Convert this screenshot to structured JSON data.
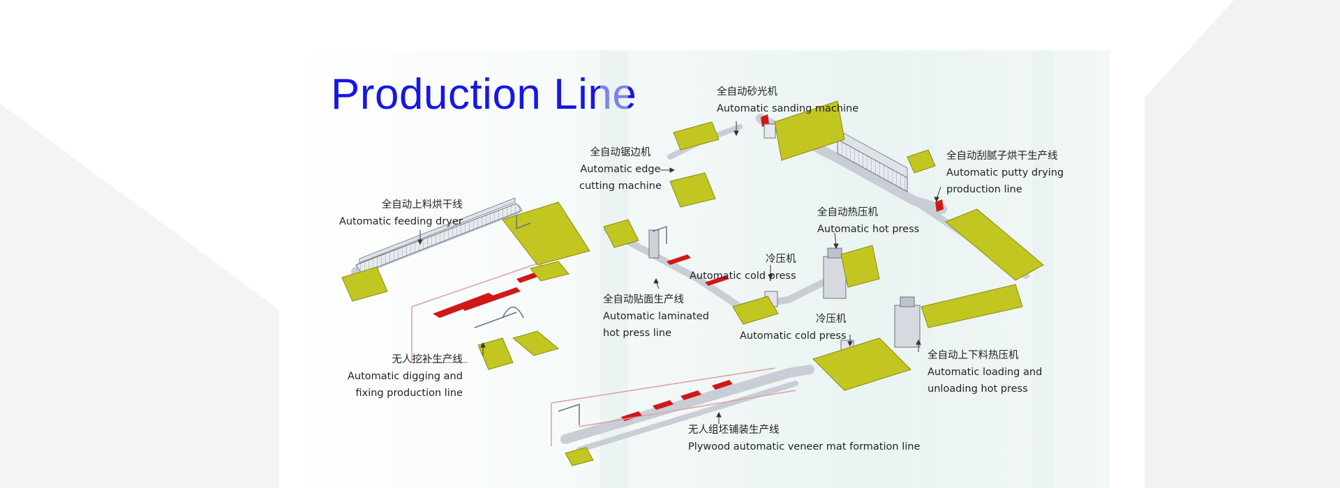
{
  "title": "Production Line",
  "colors": {
    "title": "#1616e6",
    "board": "#c2c620",
    "board_dark": "#8a8c10",
    "accent_red": "#d01818",
    "conveyor": "#e8ebee",
    "panel_bg": "#eaf4f2"
  },
  "labels": {
    "sanding": {
      "zh": "全自动砂光机",
      "en": "Automatic sanding machine"
    },
    "edge_cutting": {
      "zh": "全自动锯边机",
      "en1": "Automatic edge",
      "en2": "cutting machine"
    },
    "putty_drying": {
      "zh": "全自动刮腻子烘干生产线",
      "en1": "Automatic  putty drying",
      "en2": "production line"
    },
    "feeding_dryer": {
      "zh": "全自动上料烘干线",
      "en": "Automatic feeding dryer"
    },
    "hot_press": {
      "zh": "全自动热压机",
      "en": "Automatic hot press"
    },
    "cold_press_1": {
      "zh": "冷压机",
      "en": "Automatic cold press"
    },
    "laminated": {
      "zh": "全自动贴面生产线",
      "en1": "Automatic laminated",
      "en2": "hot press line"
    },
    "cold_press_2": {
      "zh": "冷压机",
      "en": "Automatic cold press"
    },
    "digging": {
      "zh": "无人挖补生产线",
      "en1": "Automatic  digging and",
      "en2": "fixing production line"
    },
    "loading_hot_press": {
      "zh": "全自动上下料热压机",
      "en1": "Automatic loading and",
      "en2": "unloading hot press"
    },
    "veneer_mat": {
      "zh": "无人组坯铺装生产线",
      "en": "Plywood automatic veneer mat formation line"
    }
  }
}
